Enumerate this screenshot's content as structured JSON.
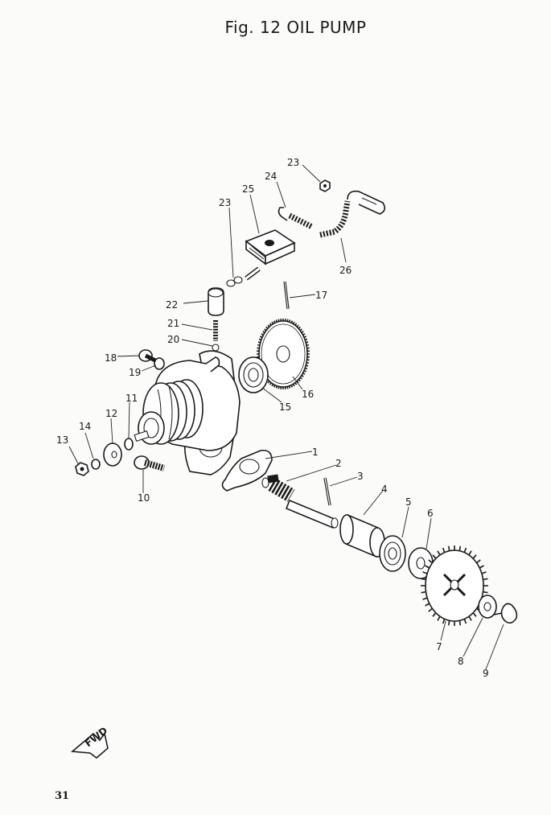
{
  "title": "Fig. 12 OIL PUMP",
  "page_number": "31",
  "fwd_marker": "FWD",
  "part_labels": [
    "1",
    "2",
    "3",
    "4",
    "5",
    "6",
    "7",
    "8",
    "9",
    "10",
    "11",
    "12",
    "13",
    "14",
    "15",
    "16",
    "17",
    "18",
    "19",
    "20",
    "21",
    "22",
    "23",
    "23",
    "24",
    "25",
    "26"
  ]
}
